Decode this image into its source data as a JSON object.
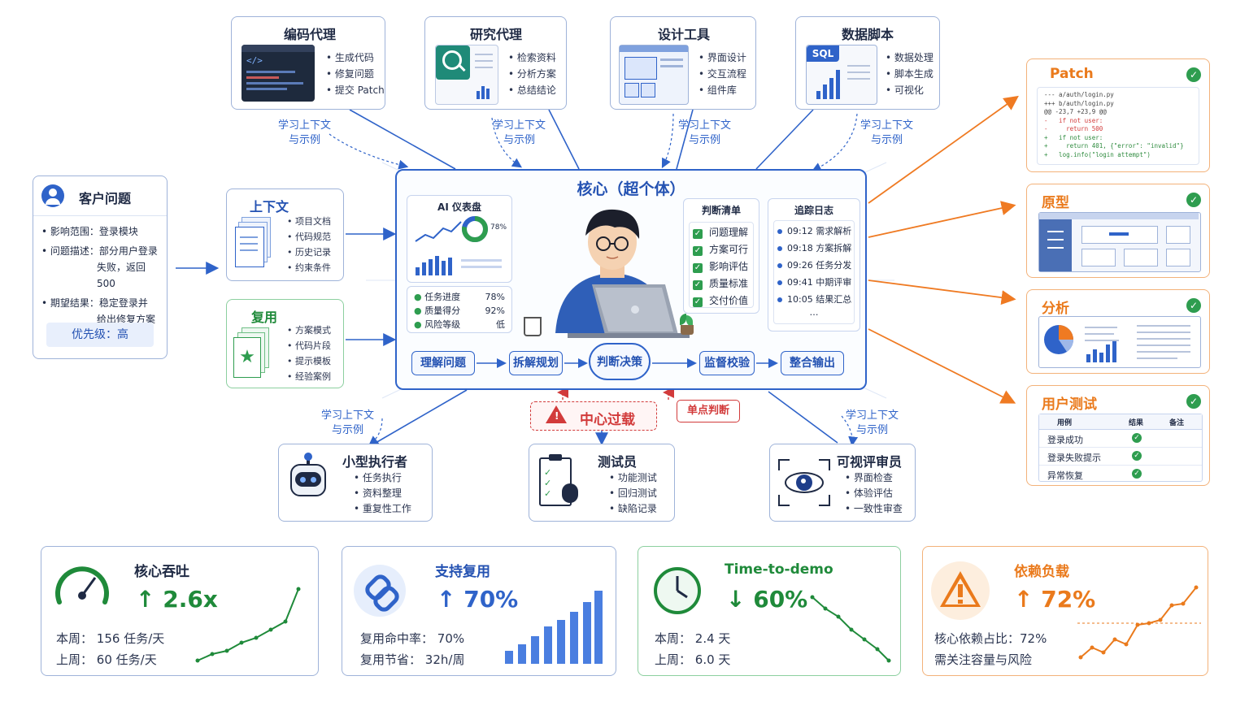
{
  "agents": {
    "coding": {
      "title": "编码代理",
      "items": [
        "生成代码",
        "修复问题",
        "提交 Patch"
      ]
    },
    "research": {
      "title": "研究代理",
      "items": [
        "检索资料",
        "分析方案",
        "总结结论"
      ]
    },
    "design": {
      "title": "设计工具",
      "items": [
        "界面设计",
        "交互流程",
        "组件库"
      ]
    },
    "data": {
      "title": "数据脚本",
      "items": [
        "数据处理",
        "脚本生成",
        "可视化"
      ],
      "badge": "SQL"
    }
  },
  "edge_label": {
    "line1": "学习上下文",
    "line2": "与示例"
  },
  "customer": {
    "title": "客户问题",
    "items": [
      {
        "label": "影响范围：",
        "value": "登录模块"
      },
      {
        "label": "问题描述：",
        "value": "部分用户登录",
        "value2": "失败，返回 500"
      },
      {
        "label": "期望结果：",
        "value": "稳定登录并",
        "value2": "给出修复方案"
      }
    ],
    "priority": "优先级：高"
  },
  "context": {
    "title": "上下文",
    "items": [
      "项目文档",
      "代码规范",
      "历史记录",
      "约束条件"
    ]
  },
  "reuse": {
    "title": "复用",
    "items": [
      "方案模式",
      "代码片段",
      "提示模板",
      "经验案例"
    ]
  },
  "core": {
    "title": "核心（超个体）",
    "dashboard": {
      "title": "AI 仪表盘",
      "donut_pct": 78,
      "donut_label": "78%",
      "stats": [
        {
          "name": "任务进度",
          "value": "78%",
          "color": "#2e9d4f"
        },
        {
          "name": "质量得分",
          "value": "92%",
          "color": "#2e9d4f"
        },
        {
          "name": "风险等级",
          "value": "低",
          "color": "#2e9d4f"
        }
      ]
    },
    "checklist": {
      "title": "判断清单",
      "items": [
        "问题理解",
        "方案可行",
        "影响评估",
        "质量标准",
        "交付价值"
      ]
    },
    "log": {
      "title": "追踪日志",
      "items": [
        "09:12 需求解析",
        "09:18 方案拆解",
        "09:26 任务分发",
        "09:41 中期评审",
        "10:05 结果汇总"
      ],
      "more": "…"
    },
    "stages": [
      "理解问题",
      "拆解规划",
      "判断决策",
      "监督校验",
      "整合输出"
    ]
  },
  "outputs": {
    "patch": {
      "title": "Patch",
      "lines": [
        {
          "t": "--- a/auth/login.py",
          "c": "#444"
        },
        {
          "t": "+++ b/auth/login.py",
          "c": "#444"
        },
        {
          "t": "@@ -23,7 +23,9 @@",
          "c": "#444"
        },
        {
          "t": "-   if not user:",
          "c": "#d23b3b"
        },
        {
          "t": "-     return 500",
          "c": "#d23b3b"
        },
        {
          "t": "+   if not user:",
          "c": "#2e8b3e"
        },
        {
          "t": "+     return 401, {\"error\": \"invalid\"}",
          "c": "#2e8b3e"
        },
        {
          "t": "+   log.info(\"login attempt\")",
          "c": "#2e8b3e"
        }
      ]
    },
    "prototype": {
      "title": "原型"
    },
    "analysis": {
      "title": "分析"
    },
    "usertest": {
      "title": "用户测试",
      "headers": [
        "用例",
        "结果",
        "备注"
      ],
      "rows": [
        {
          "case": "登录成功"
        },
        {
          "case": "登录失败提示"
        },
        {
          "case": "异常恢复"
        }
      ]
    }
  },
  "warning": {
    "overload": "中心过载",
    "single": "单点判断"
  },
  "executors": {
    "small": {
      "title": "小型执行者",
      "items": [
        "任务执行",
        "资料整理",
        "重复性工作"
      ]
    },
    "tester": {
      "title": "测试员",
      "items": [
        "功能测试",
        "回归测试",
        "缺陷记录"
      ]
    },
    "reviewer": {
      "title": "可视评审员",
      "items": [
        "界面检查",
        "体验评估",
        "一致性审查"
      ]
    }
  },
  "metrics": {
    "throughput": {
      "title": "核心吞吐",
      "value": "↑ 2.6x",
      "line1_label": "本周：",
      "line1_value": "156 任务/天",
      "line2_label": "上周：",
      "line2_value": "60 任务/天",
      "color": "#1f8a3a"
    },
    "reuse": {
      "title": "支持复用",
      "value": "↑ 70%",
      "line1_label": "复用命中率：",
      "line1_value": "70%",
      "line2_label": "复用节省：",
      "line2_value": "32h/周",
      "color": "#2f63c9"
    },
    "demo": {
      "title": "Time-to-demo",
      "value": "↓ 60%",
      "line1_label": "本周：",
      "line1_value": "2.4 天",
      "line2_label": "上周：",
      "line2_value": "6.0 天",
      "color": "#1f8a3a"
    },
    "dependency": {
      "title": "依赖负载",
      "value": "↑ 72%",
      "line1": "核心依赖占比：72%",
      "line2": "需关注容量与风险",
      "color": "#ea7a1c"
    }
  },
  "colors": {
    "accent": "#2f63c9",
    "orange": "#ea7a1c",
    "green": "#2e9d4f",
    "red": "#d23b3b"
  }
}
